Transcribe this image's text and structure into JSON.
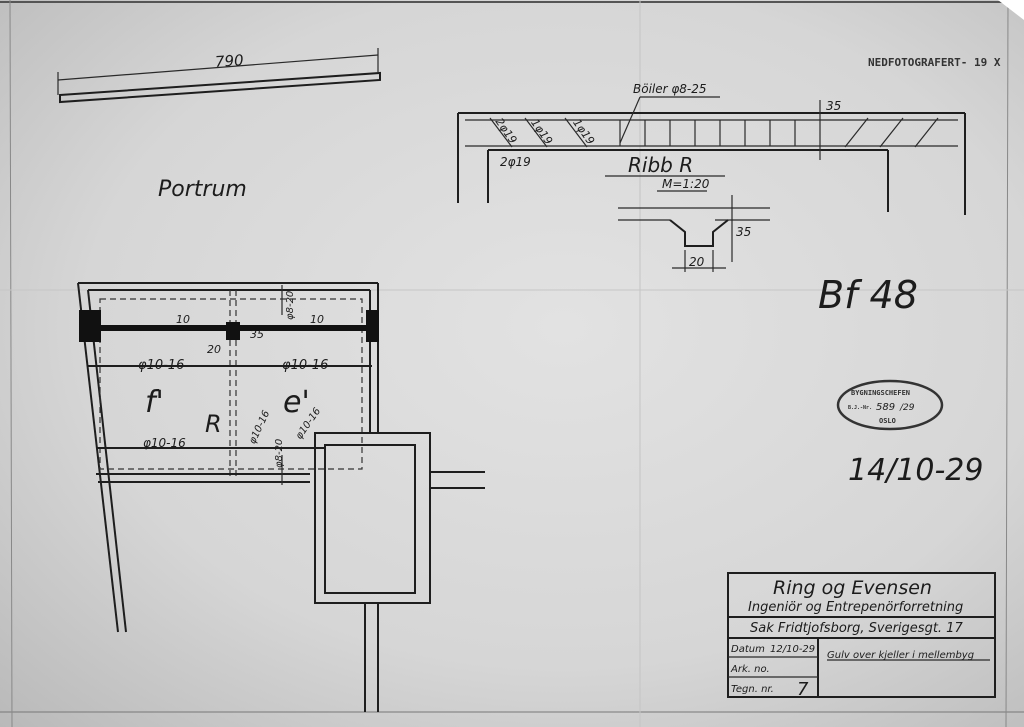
{
  "beam_sketch": {
    "length_label": "790"
  },
  "plan": {
    "title": "Portrum",
    "labels": {
      "slab_left": "f'",
      "slab_right": "e'",
      "rib": "R",
      "thick_left": "10",
      "thick_right": "10",
      "rib_depth": "35",
      "rib_width": "20",
      "rebar_top_left": "φ10-16",
      "rebar_top_right": "φ10-16",
      "rebar_bottom_left": "φ10-16",
      "rebar_diag_1": "φ10-16",
      "rebar_diag_2": "φ10-16",
      "stirrup_top": "φ8-20",
      "stirrup_bottom": "φ8-20"
    }
  },
  "rib_section": {
    "title": "Ribb R",
    "scale": "M=1:20",
    "stirrups": "Böiler φ8-25",
    "bar_1": "2φ19",
    "bar_2": "1φ19",
    "bar_3": "1φ19",
    "bar_bottom": "2φ19",
    "slab_depth": "35",
    "section_depth": "35",
    "section_width": "20"
  },
  "stamp_top": "NEDFOTOGRAFERT- 19 X",
  "annotation_handwritten": "Bf 48",
  "date_handwritten": "14/10-29",
  "approval_stamp": {
    "authority": "BYGNINGSCHEFEN",
    "reg_label": "B.J.-Nr.",
    "reg_number": "589",
    "reg_year": "/29",
    "city": "OSLO"
  },
  "title_block": {
    "firm": "Ring og Evensen",
    "subtitle": "Ingeniör og Entrepenörforretning",
    "project": "Sak Fridtjofsborg, Sverigesgt. 17",
    "date_label": "Datum",
    "date_value": "12/10-29",
    "ark_label": "Ark. no.",
    "drawing_label": "Tegn. nr.",
    "drawing_number": "7",
    "description": "Gulv over kjeller i mellembyg"
  }
}
